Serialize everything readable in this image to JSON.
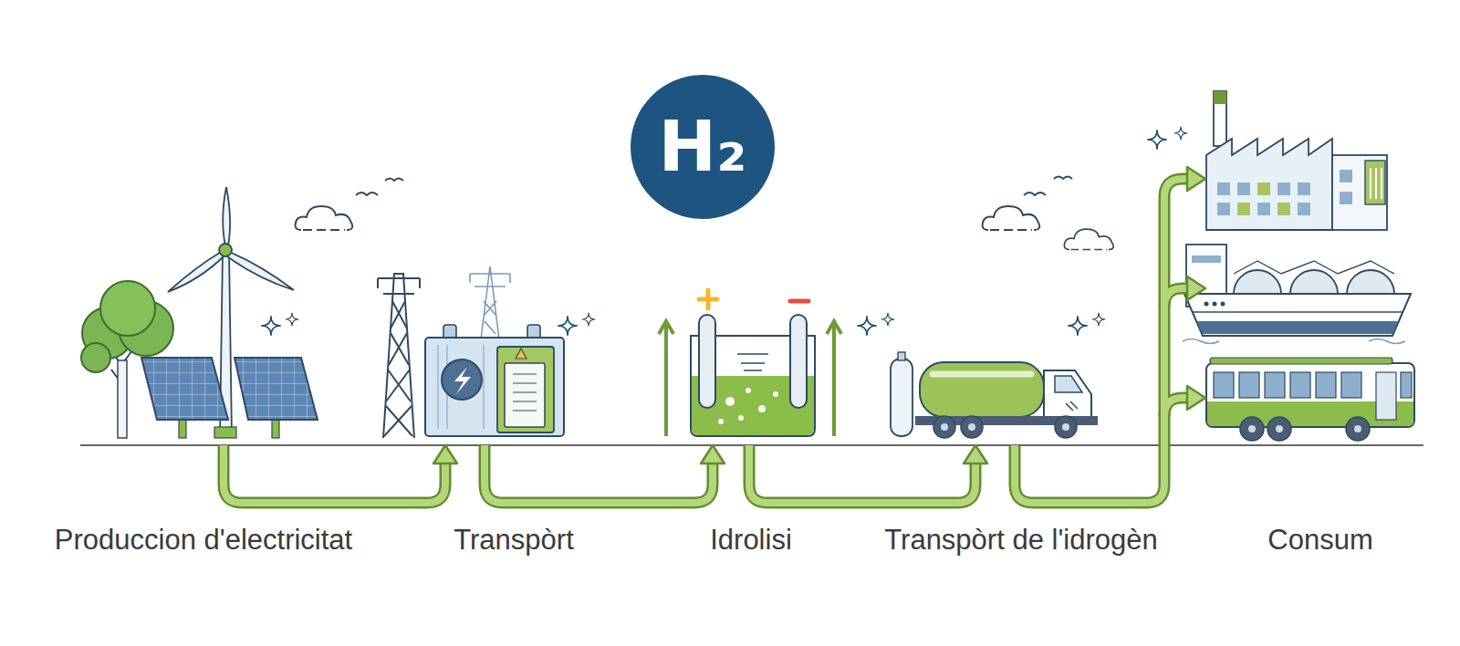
{
  "diagram": {
    "nodes": [
      {
        "text": [
          "H₂"
        ]
      },
      {
        "text": [
          "Produccion d'electricitat"
        ]
      },
      {
        "text": [
          "Transpòrt"
        ]
      },
      {
        "text": [
          "Idrolisi"
        ]
      },
      {
        "text": [
          "Transpòrt de l'idrogèn"
        ]
      },
      {
        "text": [
          "Consum"
        ]
      }
    ],
    "edges": [
      {
        "from": 1,
        "to": 2,
        "arrow": "to"
      },
      {
        "from": 2,
        "to": 3,
        "arrow": "to"
      },
      {
        "from": 3,
        "to": 4,
        "arrow": "to"
      },
      {
        "from": 4,
        "to": 5,
        "arrow": "to"
      }
    ]
  }
}
